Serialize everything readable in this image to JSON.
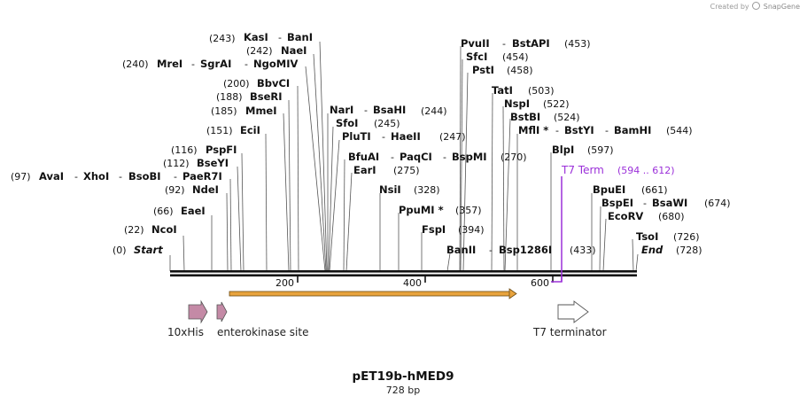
{
  "credit": {
    "prefix": "Created by",
    "brand": "SnapGene"
  },
  "title": "pET19b-hMED9",
  "subtitle": "728 bp",
  "ticks": [
    "200",
    "400",
    "600"
  ],
  "feature_labels": {
    "his": "10xHis",
    "ek": "enterokinase site",
    "t7term": "T7 terminator"
  },
  "t7term_primer": {
    "name": "T7 Term",
    "range": "(594 .. 612)"
  },
  "site_labels": [
    {
      "pos": "(243)",
      "names": [
        "KasI",
        "BanI"
      ]
    },
    {
      "pos": "(242)",
      "names": [
        "NaeI"
      ]
    },
    {
      "pos": "(240)",
      "names": [
        "MreI",
        "SgrAI",
        "NgoMIV"
      ]
    },
    {
      "pos": "(200)",
      "names": [
        "BbvCI"
      ]
    },
    {
      "pos": "(188)",
      "names": [
        "BseRI"
      ]
    },
    {
      "pos": "(185)",
      "names": [
        "MmeI"
      ]
    },
    {
      "pos": "(151)",
      "names": [
        "EciI"
      ]
    },
    {
      "pos": "(116)",
      "names": [
        "PspFI"
      ]
    },
    {
      "pos": "(112)",
      "names": [
        "BseYI"
      ]
    },
    {
      "pos": "(97)",
      "names": [
        "AvaI",
        "XhoI",
        "BsoBI",
        "PaeR7I"
      ]
    },
    {
      "pos": "(92)",
      "names": [
        "NdeI"
      ]
    },
    {
      "pos": "(66)",
      "names": [
        "EaeI"
      ]
    },
    {
      "pos": "(22)",
      "names": [
        "NcoI"
      ]
    },
    {
      "pos": "(0)",
      "names": [
        "Start"
      ]
    },
    {
      "pos": "(244)",
      "names": [
        "NarI",
        "BsaHI"
      ]
    },
    {
      "pos": "(245)",
      "names": [
        "SfoI"
      ]
    },
    {
      "pos": "(247)",
      "names": [
        "PluTI",
        "HaeII"
      ]
    },
    {
      "pos": "(270)",
      "names": [
        "BfuAI",
        "PaqCI",
        "BspMI"
      ]
    },
    {
      "pos": "(275)",
      "names": [
        "EarI"
      ]
    },
    {
      "pos": "(328)",
      "names": [
        "NsiI"
      ]
    },
    {
      "pos": "(357)",
      "names": [
        "PpuMI *"
      ]
    },
    {
      "pos": "(394)",
      "names": [
        "FspI"
      ]
    },
    {
      "pos": "(433)",
      "names": [
        "BanII",
        "Bsp1286I"
      ]
    },
    {
      "pos": "(453)",
      "names": [
        "PvuII",
        "BstAPI"
      ]
    },
    {
      "pos": "(454)",
      "names": [
        "SfcI"
      ]
    },
    {
      "pos": "(458)",
      "names": [
        "PstI"
      ]
    },
    {
      "pos": "(503)",
      "names": [
        "TatI"
      ]
    },
    {
      "pos": "(522)",
      "names": [
        "NspI"
      ]
    },
    {
      "pos": "(524)",
      "names": [
        "BstBI"
      ]
    },
    {
      "pos": "(544)",
      "names": [
        "MflI *",
        "BstYI",
        "BamHI"
      ]
    },
    {
      "pos": "(597)",
      "names": [
        "BlpI"
      ]
    },
    {
      "pos": "(661)",
      "names": [
        "BpuEI"
      ]
    },
    {
      "pos": "(674)",
      "names": [
        "BspEI",
        "BsaWI"
      ]
    },
    {
      "pos": "(680)",
      "names": [
        "EcoRV"
      ]
    },
    {
      "pos": "(726)",
      "names": [
        "TsoI"
      ]
    },
    {
      "pos": "(728)",
      "names": [
        "End"
      ]
    }
  ],
  "colors": {
    "backbone": "#111111",
    "his_feature": "#c48aa6",
    "orf_arrow": "#e8a33d",
    "terminator": "#ffffff",
    "primer": "#9b30d9"
  }
}
